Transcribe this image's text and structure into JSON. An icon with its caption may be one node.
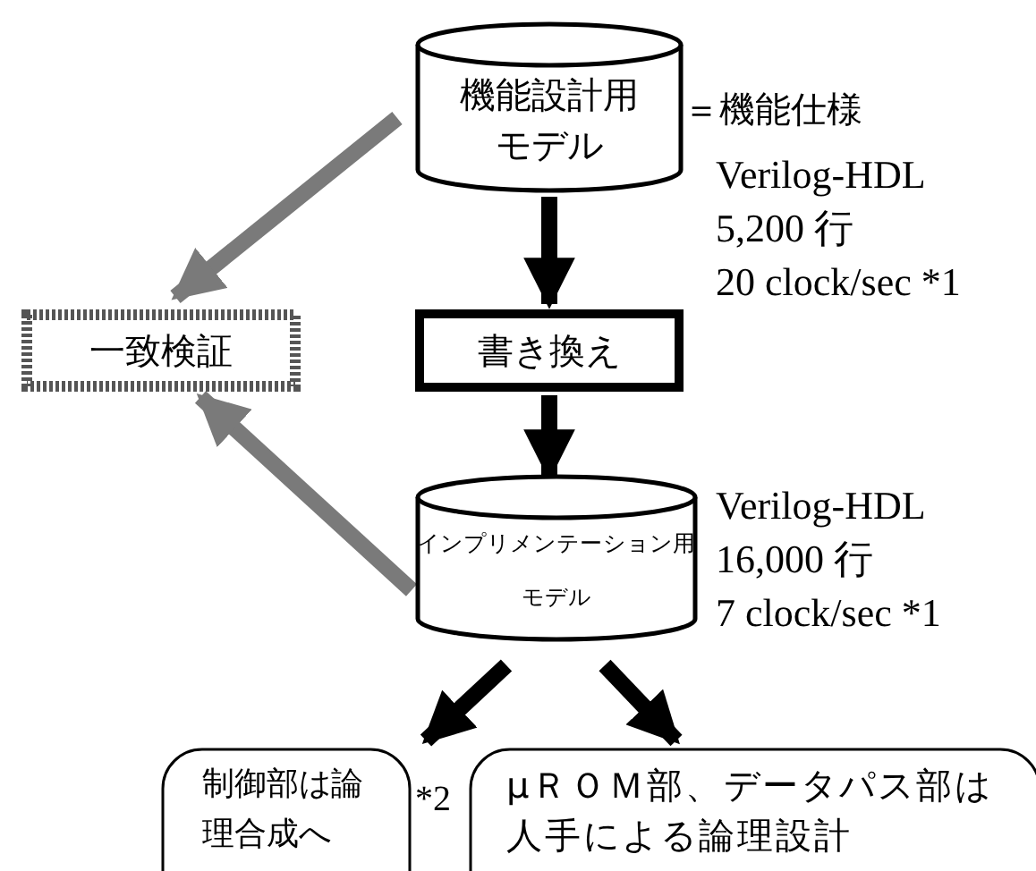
{
  "diagram": {
    "nodes": [
      {
        "text": [
          "機能設計用モデル"
        ],
        "beside": [
          "＝機能仕様",
          "Verilog-HDL",
          "5,200 行",
          "20 clock/sec *1"
        ]
      },
      {
        "text": [
          "一致検証"
        ]
      },
      {
        "text": [
          "書き換え"
        ]
      },
      {
        "text": [
          "インプリメンテーション用モデル"
        ],
        "beside": [
          "Verilog-HDL",
          "16,000 行",
          "7 clock/sec *1"
        ]
      },
      {
        "text": [
          "制御部は論理合成へ"
        ],
        "beside": [
          "*2"
        ]
      },
      {
        "text": [
          "μＲＯＭ部、データパス部は人手による論理設計"
        ]
      }
    ],
    "edges": [
      {
        "from": 0,
        "to": 1,
        "arrow": "to",
        "color": "#7a7a7a"
      },
      {
        "from": 0,
        "to": 2,
        "arrow": "to"
      },
      {
        "from": 2,
        "to": 3,
        "arrow": "to"
      },
      {
        "from": 3,
        "to": 1,
        "arrow": "to",
        "color": "#7a7a7a"
      },
      {
        "from": 3,
        "to": 4,
        "arrow": "to"
      },
      {
        "from": 3,
        "to": 5,
        "arrow": "to"
      }
    ]
  }
}
